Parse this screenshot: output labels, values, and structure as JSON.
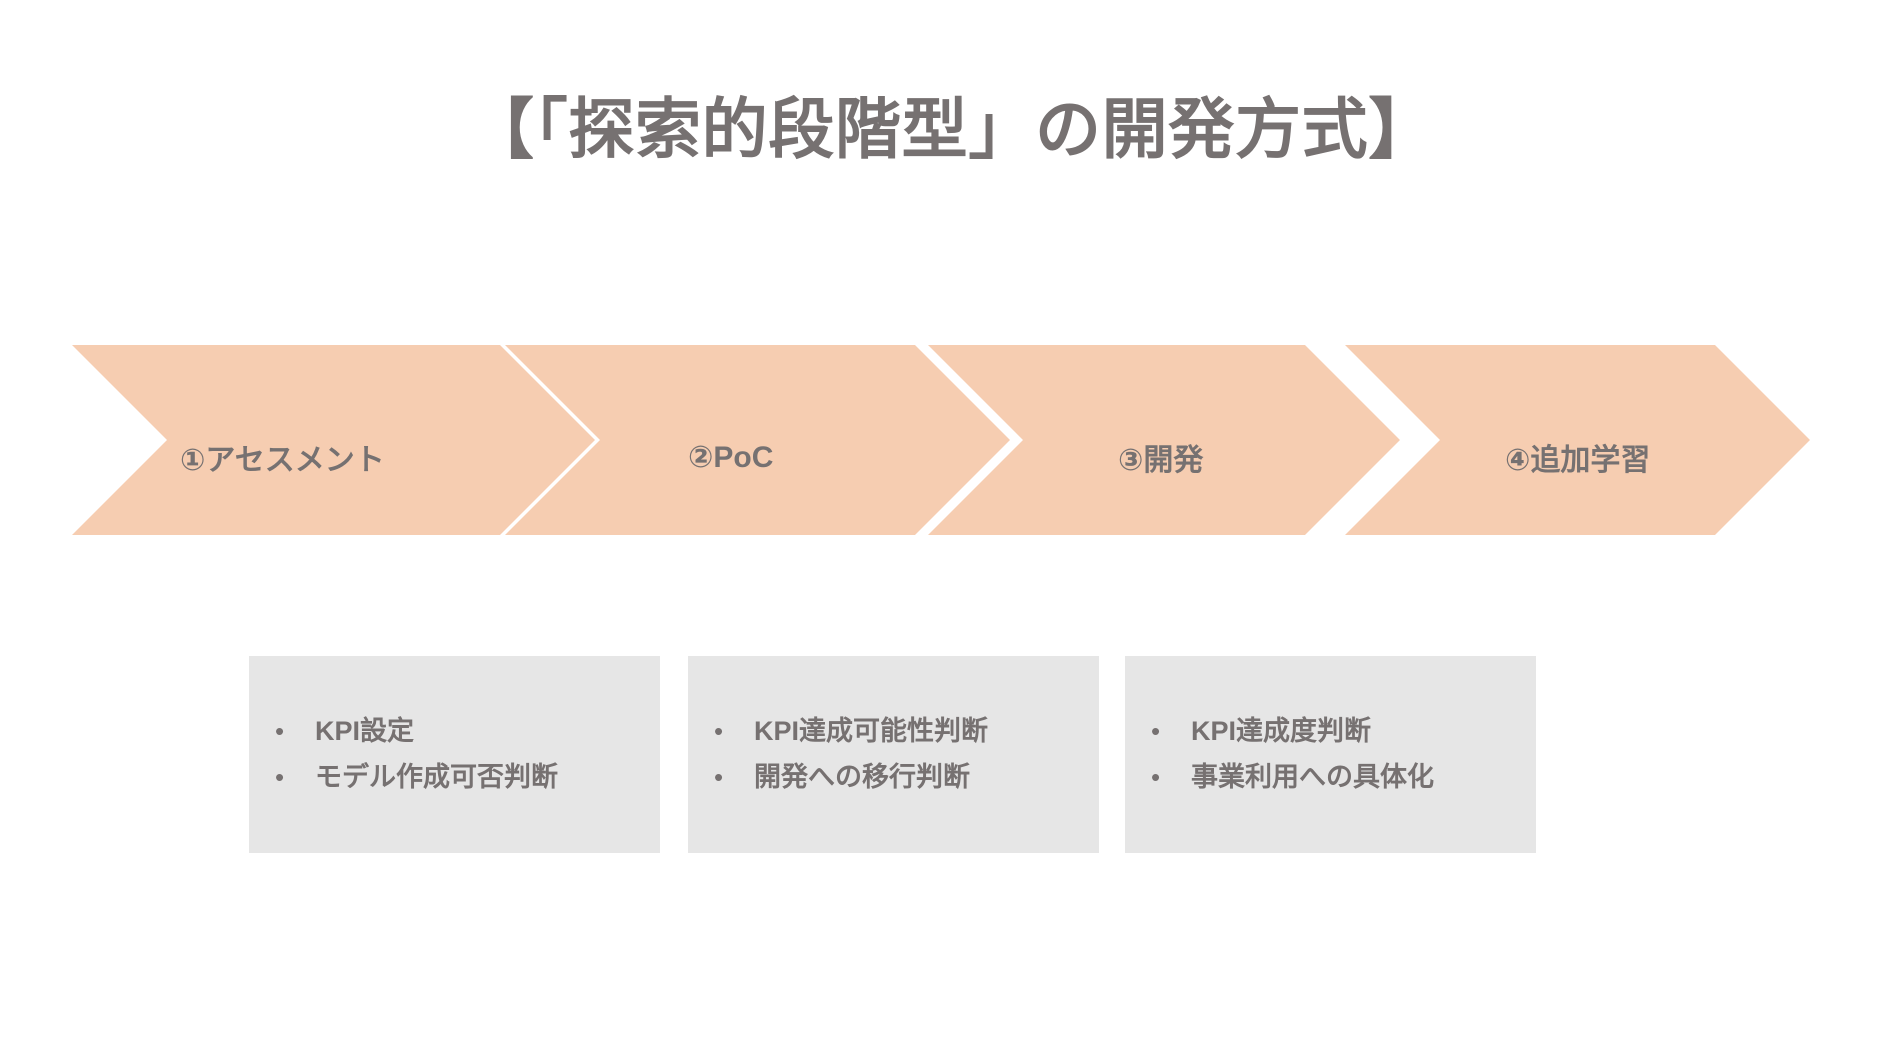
{
  "slide": {
    "title": "【「探索的段階型」の開発方式】",
    "background_color": "#FFFFFF",
    "text_color": "#767171",
    "chevron_color": "#F6CDB1",
    "box_color": "#E6E6E6"
  },
  "phases": [
    {
      "label": "①アセスメント"
    },
    {
      "label": "②PoC"
    },
    {
      "label": "③開発"
    },
    {
      "label": "④追加学習"
    }
  ],
  "detail_boxes": [
    {
      "bullet_marker": "•",
      "items": [
        "KPI設定",
        "モデル作成可否判断"
      ]
    },
    {
      "bullet_marker": "•",
      "items": [
        "KPI達成可能性判断",
        "開発への移行判断"
      ]
    },
    {
      "bullet_marker": "•",
      "items": [
        "KPI達成度判断",
        "事業利用への具体化"
      ]
    }
  ]
}
